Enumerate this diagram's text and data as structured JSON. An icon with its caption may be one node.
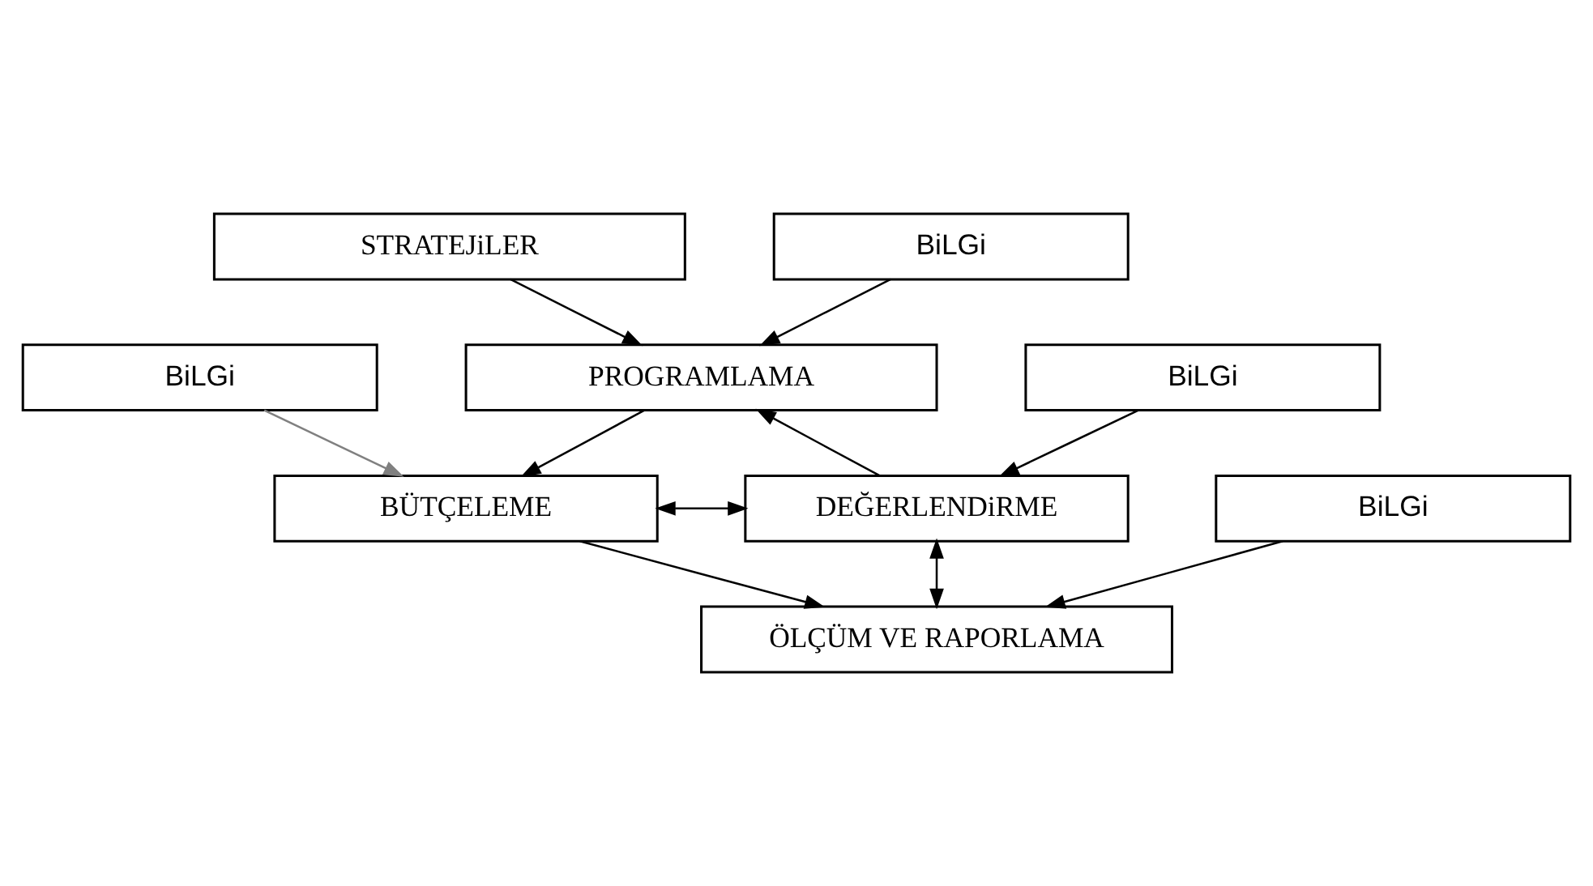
{
  "diagram": {
    "nodes": [
      {
        "text": [
          "STRATEJiLER"
        ]
      },
      {
        "text": [
          "PROGRAMLAMA"
        ]
      },
      {
        "text": [
          "BiLGi"
        ]
      },
      {
        "text": [
          "BiLGi"
        ]
      },
      {
        "text": [
          "BiLGi"
        ]
      },
      {
        "text": [
          "DEĞERLENDiRME"
        ]
      },
      {
        "text": [
          "BÜTÇELEME"
        ]
      },
      {
        "text": [
          "ÖLÇÜM VE RAPORLAMA"
        ]
      },
      {
        "text": [
          "BiLGi"
        ]
      }
    ],
    "edges": [
      {
        "from": 0,
        "to": 1,
        "arrow": "to"
      },
      {
        "from": 4,
        "to": 1,
        "arrow": "to"
      },
      {
        "from": 1,
        "to": 6,
        "arrow": "to"
      },
      {
        "from": 2,
        "to": 5,
        "arrow": "to"
      },
      {
        "from": 3,
        "to": 6,
        "arrow": "to",
        "color": "#808080"
      },
      {
        "from": 5,
        "to": 1,
        "arrow": "to"
      },
      {
        "from": 5,
        "to": 6,
        "arrow": "both"
      },
      {
        "from": 6,
        "to": 7,
        "arrow": "to"
      },
      {
        "from": 5,
        "to": 7,
        "arrow": "both"
      },
      {
        "from": 8,
        "to": 7,
        "arrow": "to"
      }
    ]
  }
}
